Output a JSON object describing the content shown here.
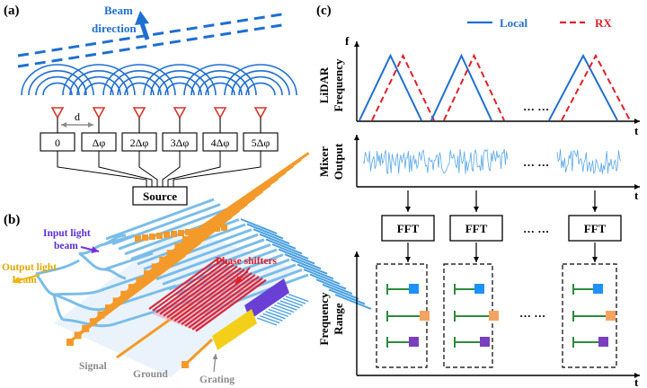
{
  "panel_a": {
    "label": "(a)",
    "beam_direction": [
      "Beam",
      "direction"
    ],
    "spacing_label": "d",
    "phase_boxes": [
      "0",
      "Δφ",
      "2Δφ",
      "3Δφ",
      "4Δφ",
      "5Δφ"
    ],
    "source_label": "Source"
  },
  "panel_b": {
    "label": "(b)",
    "input_light": [
      "Input light",
      "beam"
    ],
    "output_light": [
      "Output light",
      "beam"
    ],
    "phase_shifters": "Phase shifters",
    "signal": "Signal",
    "ground": "Ground",
    "grating": "Grating"
  },
  "panel_c": {
    "label": "(c)",
    "legend": {
      "local": "Local",
      "rx": "RX"
    },
    "freq_axis": "f",
    "time_axis": "t",
    "row1_ylabel": [
      "LiDAR",
      "Frequency"
    ],
    "row2_ylabel": [
      "Mixer",
      "Output"
    ],
    "row3_ylabel": [
      "Frequency",
      "Range"
    ],
    "ellipsis": "··· ···",
    "fft_label": "FFT"
  },
  "colors": {
    "local": "#1f6fd1",
    "rx": "#e0202a",
    "antenna": "#d9342b",
    "purple_arrow": "#7a2fd9",
    "yellow_arrow": "#f2b400",
    "peak_blue": "#1e90ff",
    "peak_orange": "#f4a460",
    "peak_purple": "#7a3fbf",
    "stem_green": "#2e8b3d"
  }
}
